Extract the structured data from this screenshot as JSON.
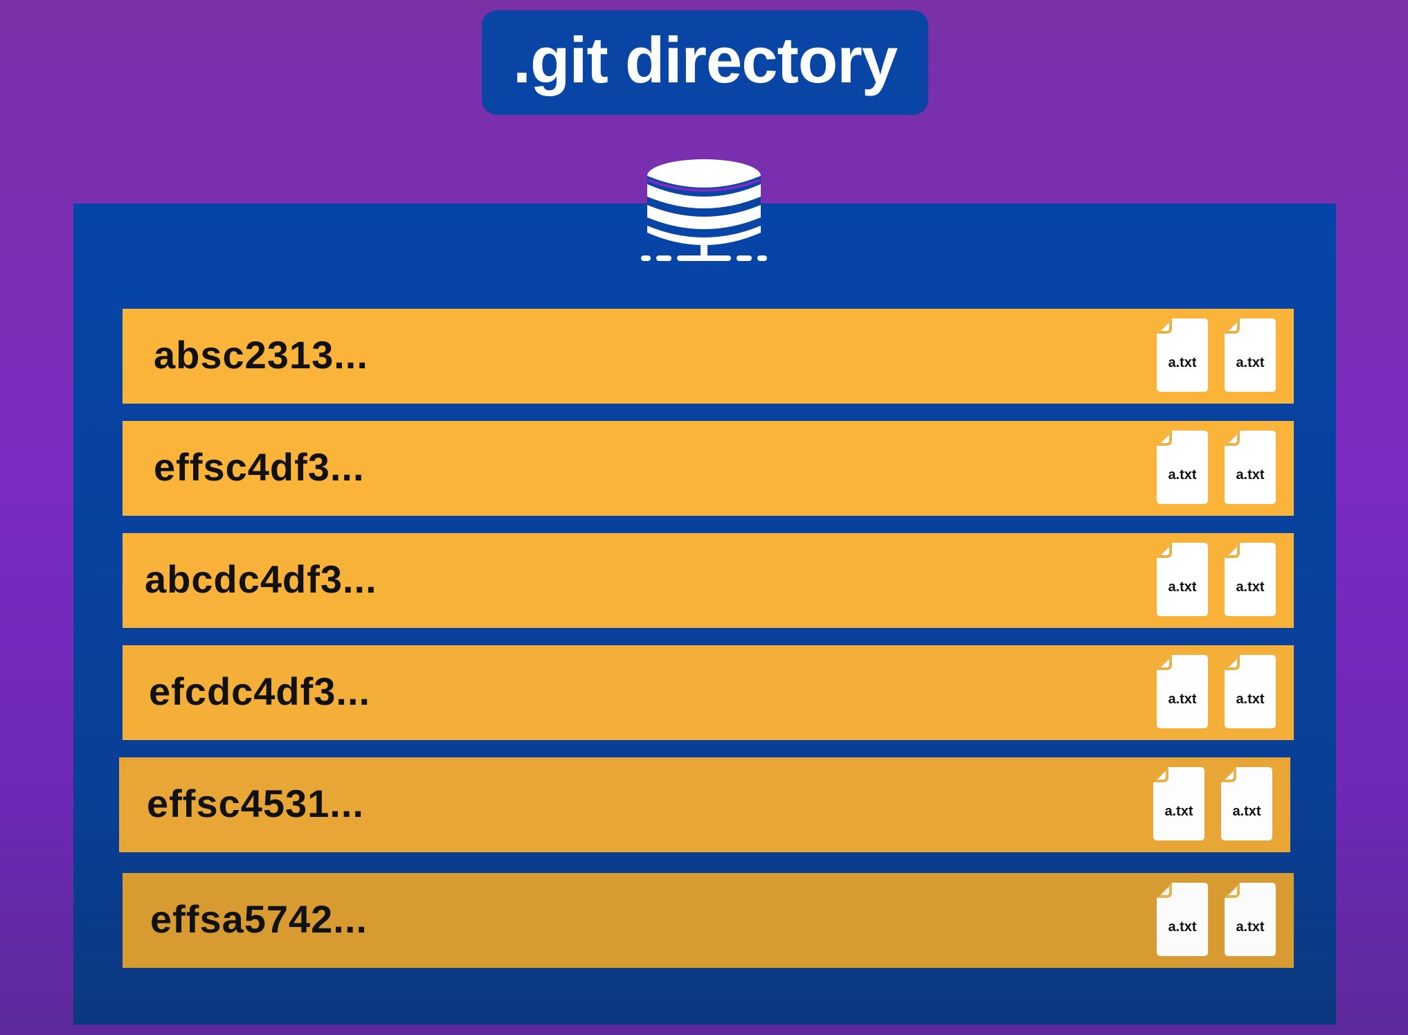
{
  "title": ".git directory",
  "colors": {
    "background": "#7a2cc0",
    "panel": "#0645a8",
    "title_box": "#0845a5",
    "row": "#fbb43a",
    "file": "#ffffff",
    "file_fold": "#e6b24a"
  },
  "icons": {
    "database": "database-icon",
    "file": "file-icon"
  },
  "commits": [
    {
      "hash": "absc2313...",
      "files": [
        "a.txt",
        "a.txt"
      ]
    },
    {
      "hash": "effsc4df3...",
      "files": [
        "a.txt",
        "a.txt"
      ]
    },
    {
      "hash": "abcdc4df3...",
      "files": [
        "a.txt",
        "a.txt"
      ]
    },
    {
      "hash": "efcdc4df3...",
      "files": [
        "a.txt",
        "a.txt"
      ]
    },
    {
      "hash": "effsc4531...",
      "files": [
        "a.txt",
        "a.txt"
      ]
    },
    {
      "hash": "effsa5742...",
      "files": [
        "a.txt",
        "a.txt"
      ]
    }
  ]
}
